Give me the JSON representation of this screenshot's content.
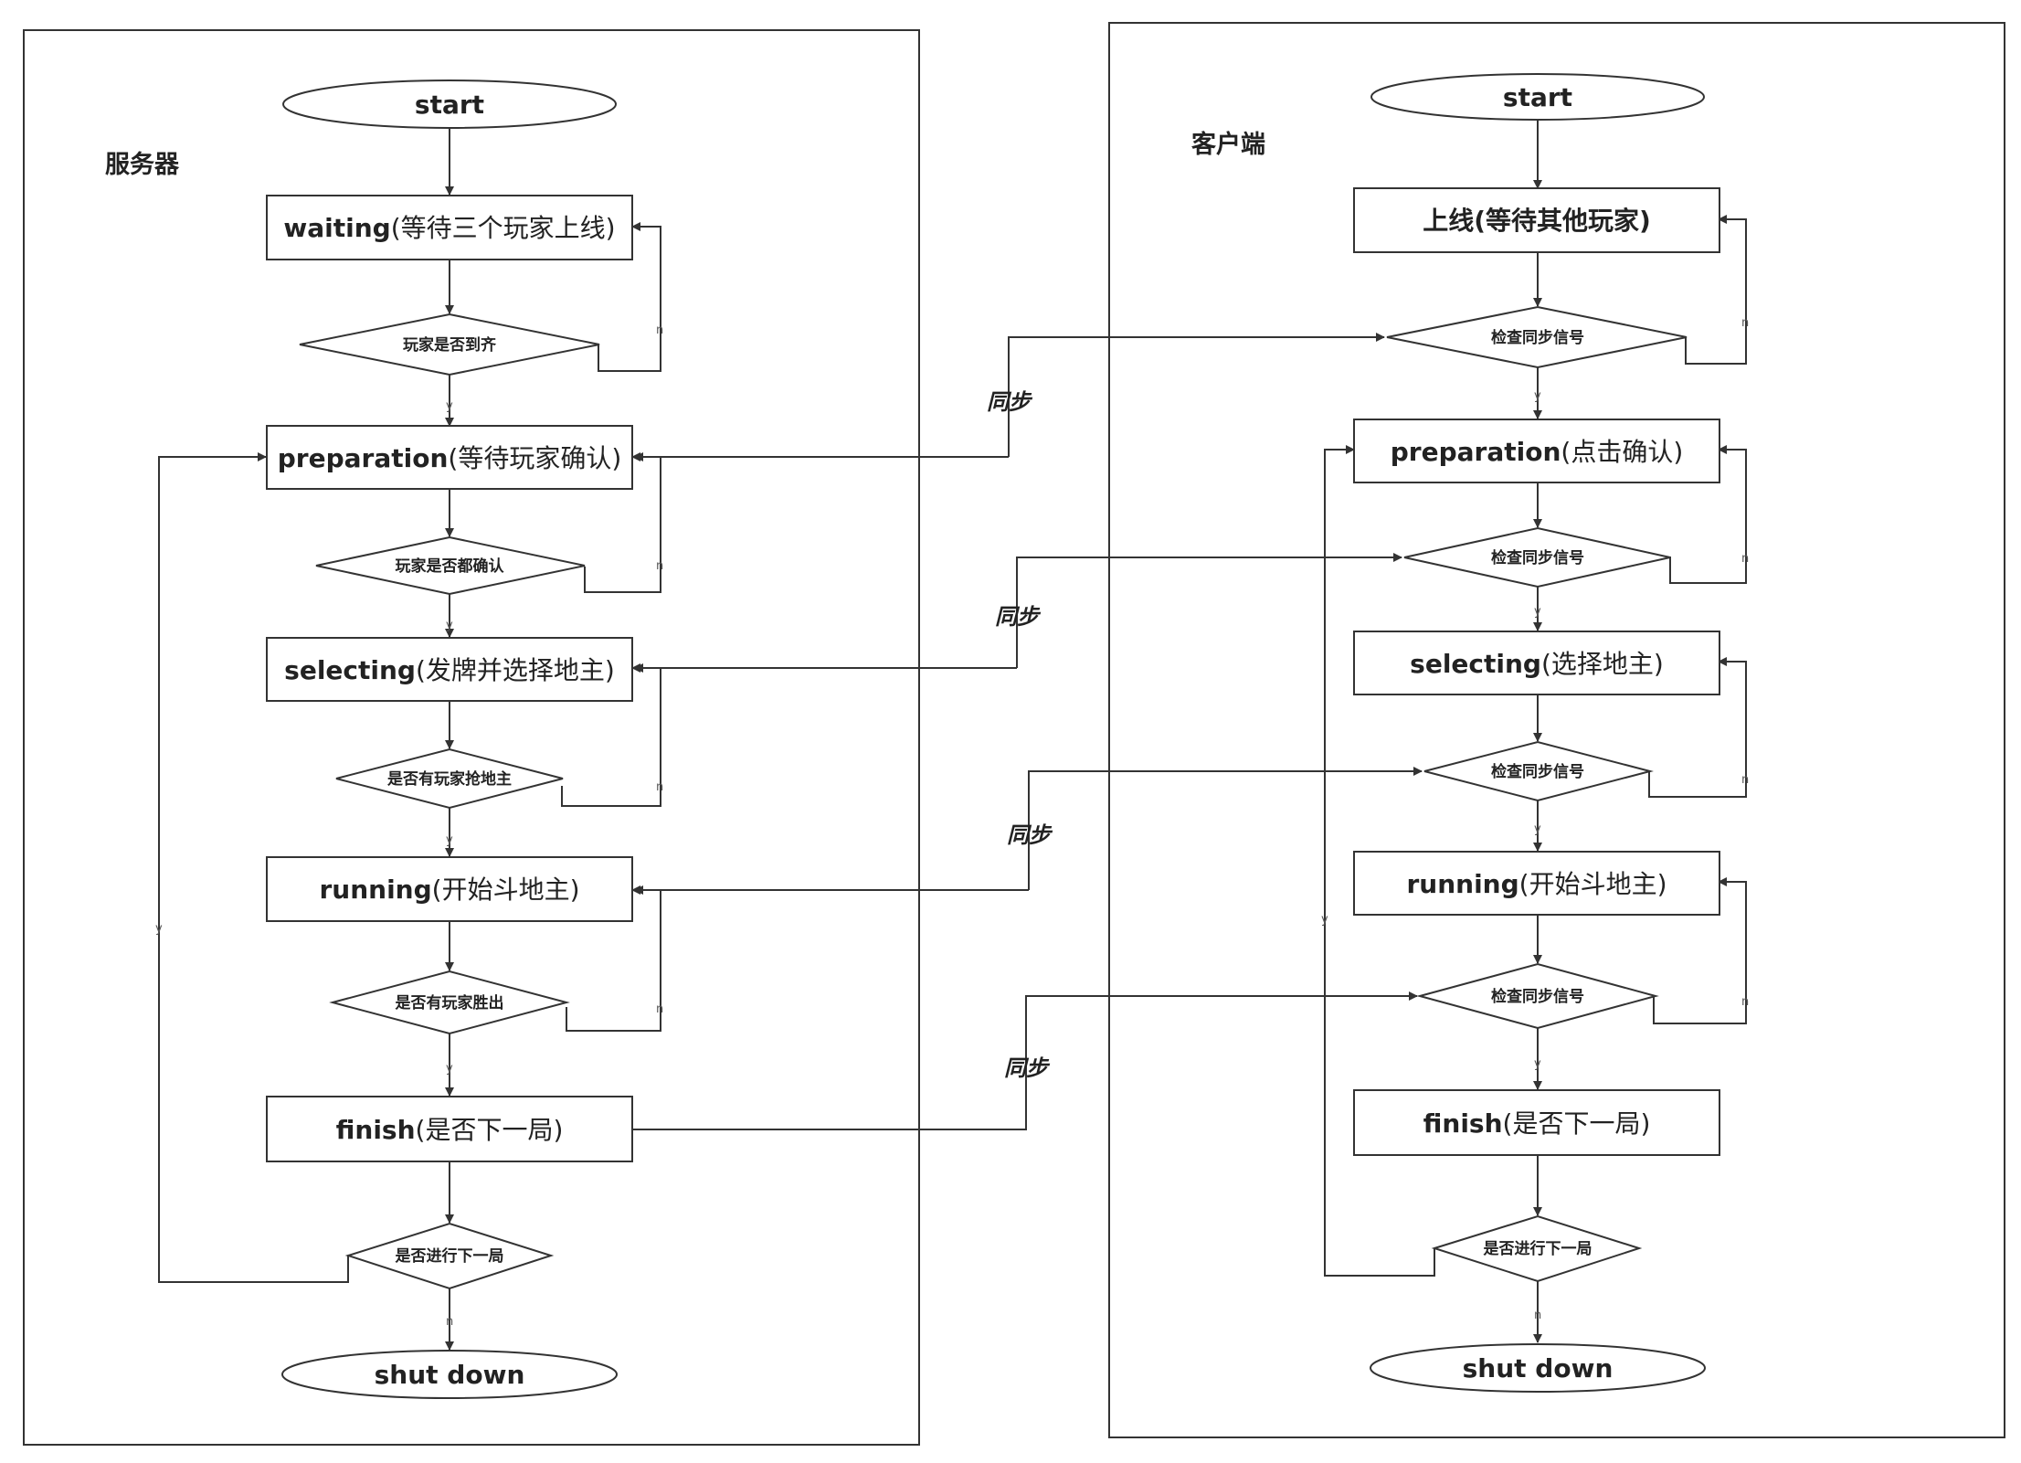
{
  "server": {
    "title": "服务器",
    "start": "start",
    "waiting_b": "waiting",
    "waiting_r": "(等待三个玩家上线)",
    "d1": "玩家是否到齐",
    "prep_b": "preparation",
    "prep_r": "(等待玩家确认)",
    "d2": "玩家是否都确认",
    "sel_b": "selecting",
    "sel_r": "(发牌并选择地主)",
    "d3": "是否有玩家抢地主",
    "run_b": "running",
    "run_r": "(开始斗地主)",
    "d4": "是否有玩家胜出",
    "fin_b": "finish",
    "fin_r": "(是否下一局)",
    "d5": "是否进行下一局",
    "shutdown": "shut down"
  },
  "client": {
    "title": "客户端",
    "start": "start",
    "online": "上线(等待其他玩家)",
    "check": "检查同步信号",
    "prep_b": "preparation",
    "prep_r": "(点击确认)",
    "sel_b": "selecting",
    "sel_r": "(选择地主)",
    "run_b": "running",
    "run_r": "(开始斗地主)",
    "fin_b": "finish",
    "fin_r": "(是否下一局)",
    "d5": "是否进行下一局",
    "shutdown": "shut down"
  },
  "labels": {
    "yes": "y",
    "no": "n",
    "sync": "同步"
  }
}
